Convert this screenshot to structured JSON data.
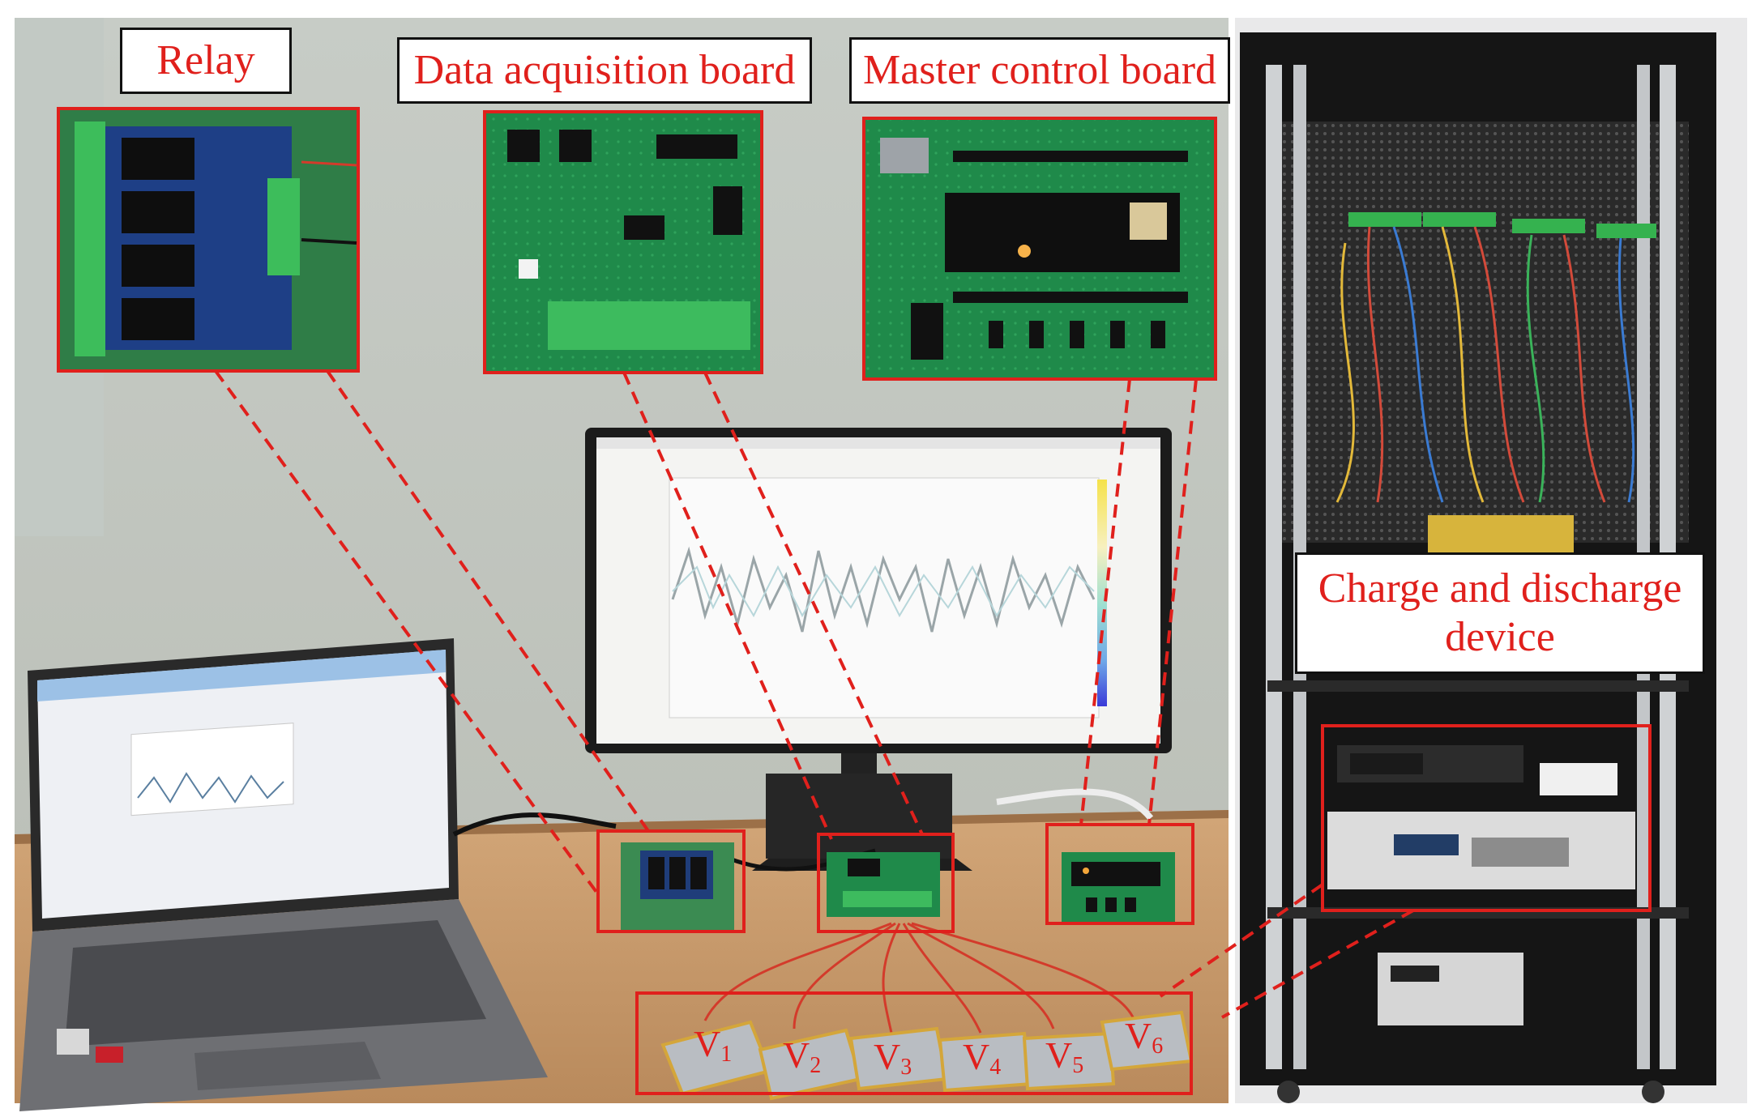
{
  "labels": {
    "relay": "Relay",
    "data_acquisition_board": "Data acquisition board",
    "master_control_board": "Master control board",
    "charge_discharge_line1": "Charge and discharge",
    "charge_discharge_line2": "device"
  },
  "cells": [
    {
      "letter": "V",
      "index": "1"
    },
    {
      "letter": "V",
      "index": "2"
    },
    {
      "letter": "V",
      "index": "3"
    },
    {
      "letter": "V",
      "index": "4"
    },
    {
      "letter": "V",
      "index": "5"
    },
    {
      "letter": "V",
      "index": "6"
    }
  ],
  "colors": {
    "annotation_red": "#e0201c",
    "label_border": "#111111"
  }
}
